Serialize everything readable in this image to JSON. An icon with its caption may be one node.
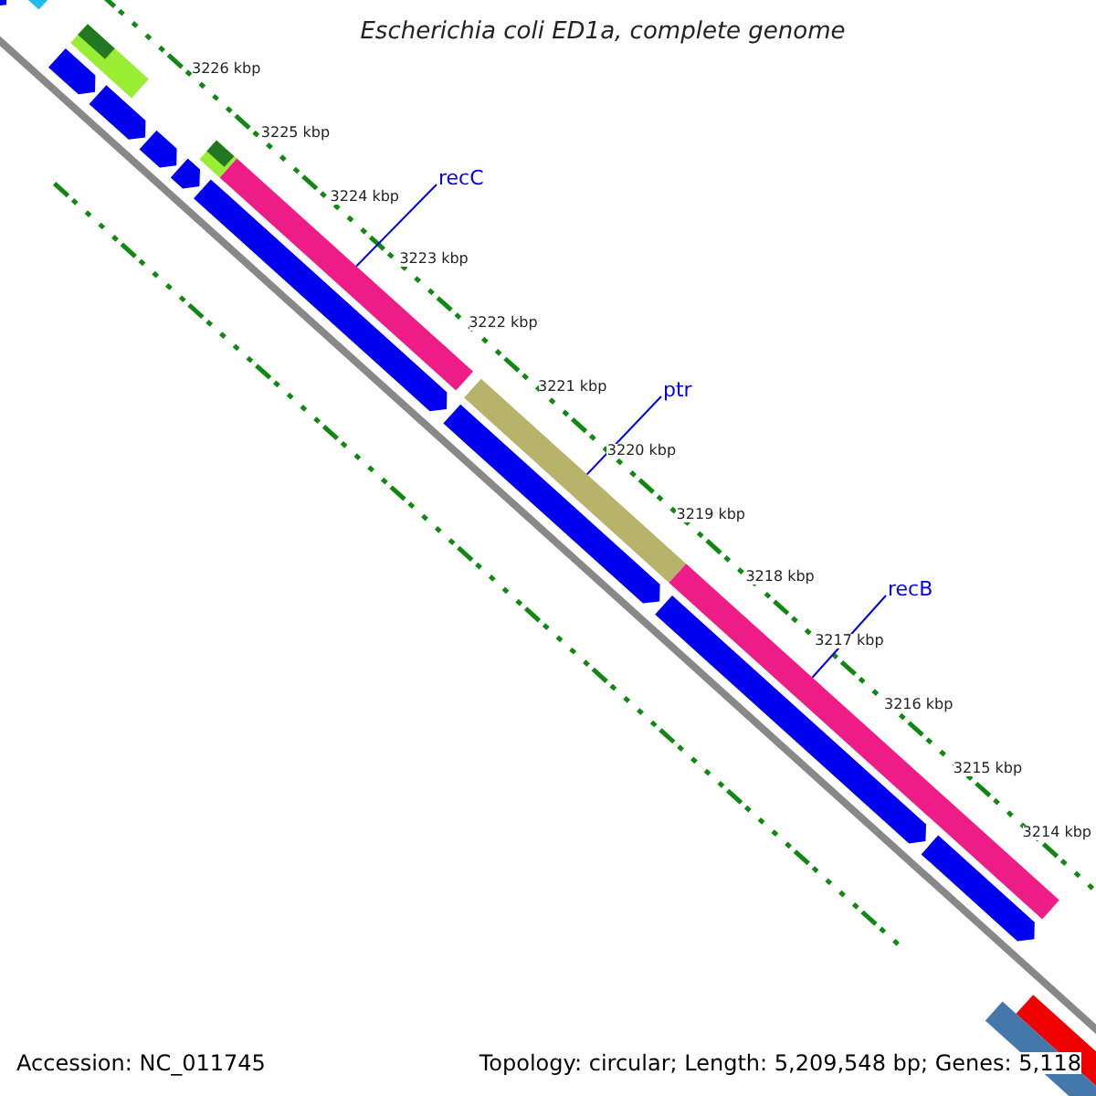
{
  "diagram": {
    "title": "Escherichia coli ED1a, complete genome",
    "nodes": [
      {
        "text": [
          "recC"
        ]
      },
      {
        "text": [],
        "shape": "bar"
      },
      {
        "text": [
          "ptr"
        ]
      },
      {
        "text": [],
        "shape": "bar"
      },
      {
        "text": [
          "recB"
        ]
      },
      {
        "text": [],
        "shape": "bar"
      }
    ],
    "edges": [
      {
        "from": 0,
        "to": 1,
        "arrow": "none"
      },
      {
        "from": 2,
        "to": 3,
        "arrow": "none"
      },
      {
        "from": 4,
        "to": 5,
        "arrow": "none"
      }
    ],
    "labels": [
      "3226 kbp",
      "3225 kbp",
      "3224 kbp",
      "3223 kbp",
      "3222 kbp",
      "3221 kbp",
      "3220 kbp",
      "3219 kbp",
      "3218 kbp",
      "3217 kbp",
      "3216 kbp",
      "3215 kbp",
      "3214 kbp",
      "Accession: NC_011745",
      "Topology: circular; Length: 5,209,548 bp; Genes: 5,118"
    ]
  }
}
